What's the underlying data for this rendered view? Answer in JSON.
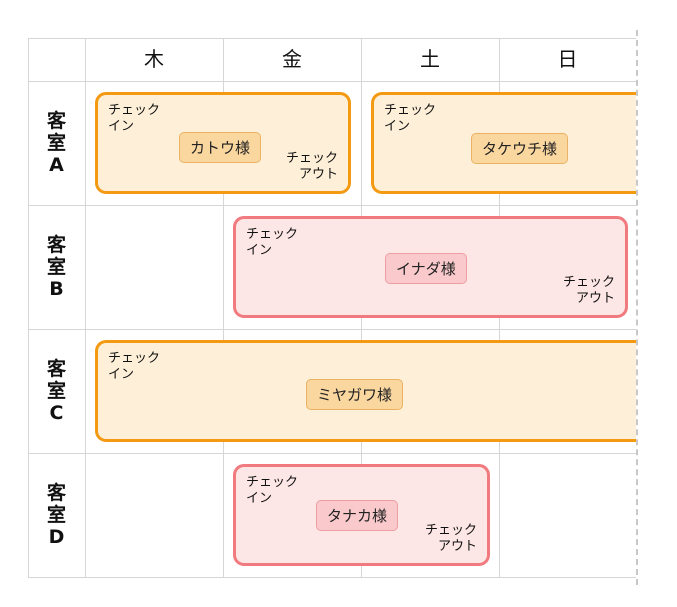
{
  "days": [
    "木",
    "金",
    "土",
    "日"
  ],
  "rooms": [
    {
      "chars": [
        "客",
        "室",
        "A"
      ]
    },
    {
      "chars": [
        "客",
        "室",
        "B"
      ]
    },
    {
      "chars": [
        "客",
        "室",
        "C"
      ]
    },
    {
      "chars": [
        "客",
        "室",
        "D"
      ]
    }
  ],
  "bookings": [
    {
      "room": "客室A",
      "guest": "カトウ様",
      "check_in": [
        "チェック",
        "イン"
      ],
      "check_out": [
        "チェック",
        "アウト"
      ],
      "color": "#f39a12"
    },
    {
      "room": "客室A",
      "guest": "タケウチ様",
      "check_in": [
        "チェック",
        "イン"
      ],
      "check_out": null,
      "color": "#f39a12"
    },
    {
      "room": "客室B",
      "guest": "イナダ様",
      "check_in": [
        "チェック",
        "イン"
      ],
      "check_out": [
        "チェック",
        "アウト"
      ],
      "color": "#f07a7e"
    },
    {
      "room": "客室C",
      "guest": "ミヤガワ様",
      "check_in": [
        "チェック",
        "イン"
      ],
      "check_out": null,
      "color": "#f39a12"
    },
    {
      "room": "客室D",
      "guest": "タナカ様",
      "check_in": [
        "チェック",
        "イン"
      ],
      "check_out": [
        "チェック",
        "アウト"
      ],
      "color": "#f07a7e"
    }
  ],
  "colors": {
    "orange_border": "#f39a12",
    "orange_fill": "#fef0d8",
    "pink_border": "#f07a7e",
    "pink_fill": "#fde6e6",
    "grid_line": "#d6d6d6"
  }
}
